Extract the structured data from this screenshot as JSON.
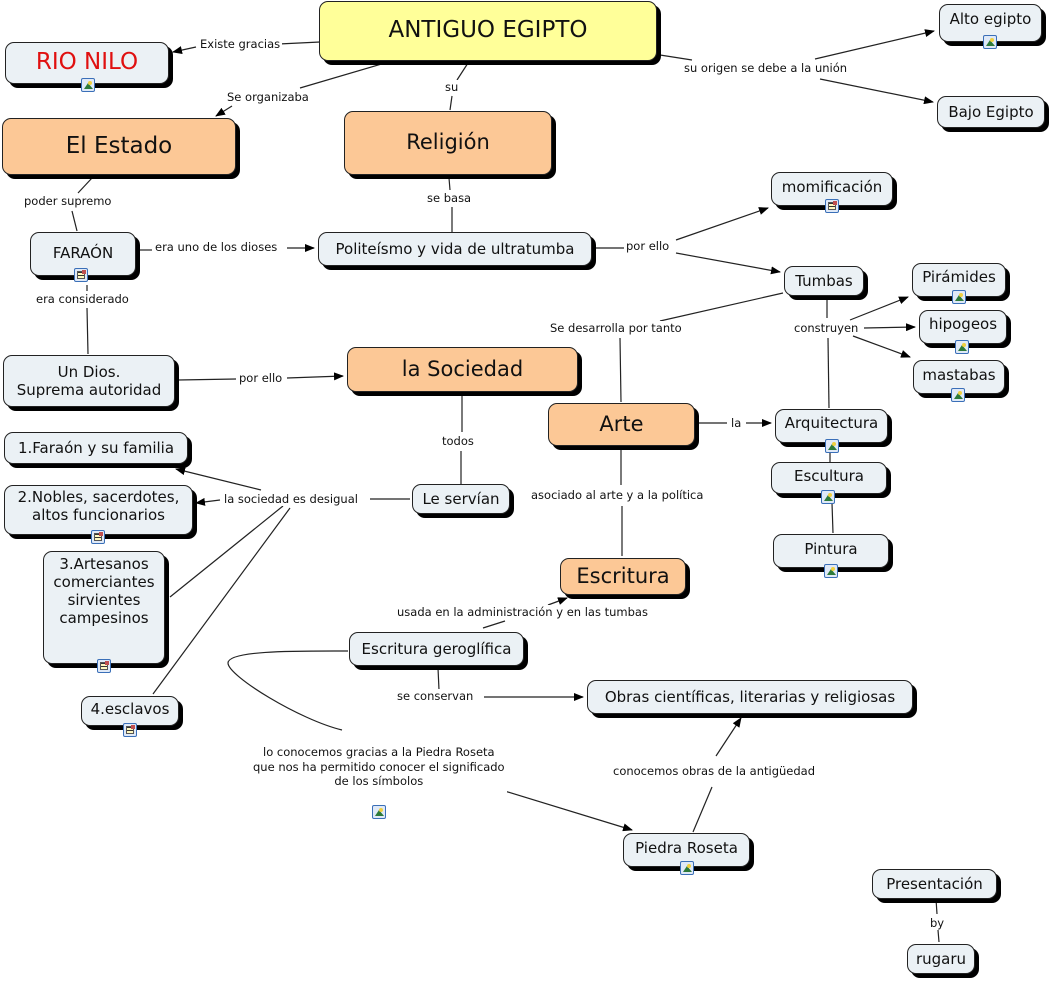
{
  "nodes": {
    "antiguo_egipto": "ANTIGUO EGIPTO",
    "rio_nilo": "RIO NILO",
    "alto_egipto": "Alto egipto",
    "bajo_egipto": "Bajo Egipto",
    "el_estado": "El Estado",
    "religion": "Religión",
    "momificacion": "momificación",
    "farao": "FARAÓN",
    "politeismo": "Politeísmo y vida de ultratumba",
    "tumbas": "Tumbas",
    "piramides": "Pirámides",
    "hipogeos": "hipogeos",
    "mastabas": "mastabas",
    "un_dios": "Un Dios.\nSuprema autoridad",
    "la_sociedad": "la Sociedad",
    "arte": "Arte",
    "arquitectura": "Arquitectura",
    "escultura": "Escultura",
    "pintura": "Pintura",
    "faraon_familia": "1.Faraón y su familia",
    "nobles": "2.Nobles, sacerdotes,\naltos funcionarios",
    "artesanos": "3.Artesanos\ncomerciantes\nsirvientes\ncampesinos",
    "esclavos": "4.esclavos",
    "le_servian": "Le servían",
    "escritura": "Escritura",
    "escritura_geroglifica": "Escritura geroglífica",
    "obras": "Obras científicas, literarias y religiosas",
    "piedra_roseta": "Piedra Roseta",
    "presentacion": "Presentación",
    "rugaru": "rugaru"
  },
  "links": {
    "existe_gracias": "Existe gracias",
    "se_organizaba": "Se organizaba",
    "su": "su",
    "su_origen": "su origen se debe a la unión",
    "poder_supremo": "poder supremo",
    "se_basa": "se basa",
    "era_uno": "era uno de los dioses",
    "por_ello_1": "por ello",
    "era_considerado": "era considerado",
    "se_desarrolla": "Se desarrolla por tanto",
    "construyen": "construyen",
    "por_ello_2": "por ello",
    "todos": "todos",
    "la": "la",
    "la_sociedad_desigual": "la sociedad  es desigual",
    "asociado": "asociado al arte y a la política",
    "usada": "usada en la administración  y en las tumbas",
    "se_conservan": "se conservan",
    "lo_conocemos": "lo conocemos gracias a la Piedra Roseta\nque nos ha permitido conocer el significado\nde los símbolos",
    "conocemos_obras": "conocemos obras de la antigüedad",
    "by": "by"
  },
  "colors": {
    "root_fill": "#ffff99",
    "main_fill": "#fcc896",
    "node_fill": "#ebf1f5",
    "rio_nilo_text": "#e01010"
  }
}
